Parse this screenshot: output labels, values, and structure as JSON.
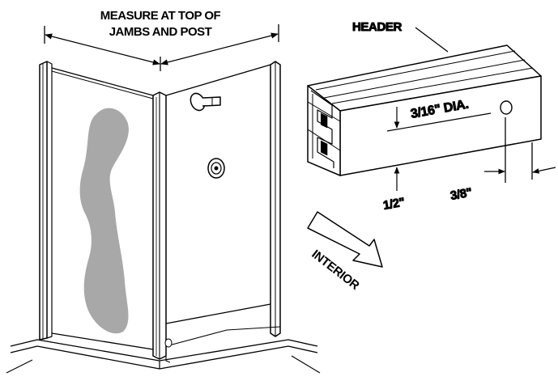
{
  "labels": {
    "measure_line1": "MEASURE AT TOP OF",
    "measure_line2": "JAMBS AND POST",
    "header": "HEADER",
    "hole_diameter": "3/16\" DIA.",
    "half_inch": "1/2\"",
    "three_eighths": "3/8\"",
    "interior": "INTERIOR"
  },
  "colors": {
    "line": "#000000",
    "glass_shape": "#a8a8a8",
    "background": "#ffffff"
  }
}
